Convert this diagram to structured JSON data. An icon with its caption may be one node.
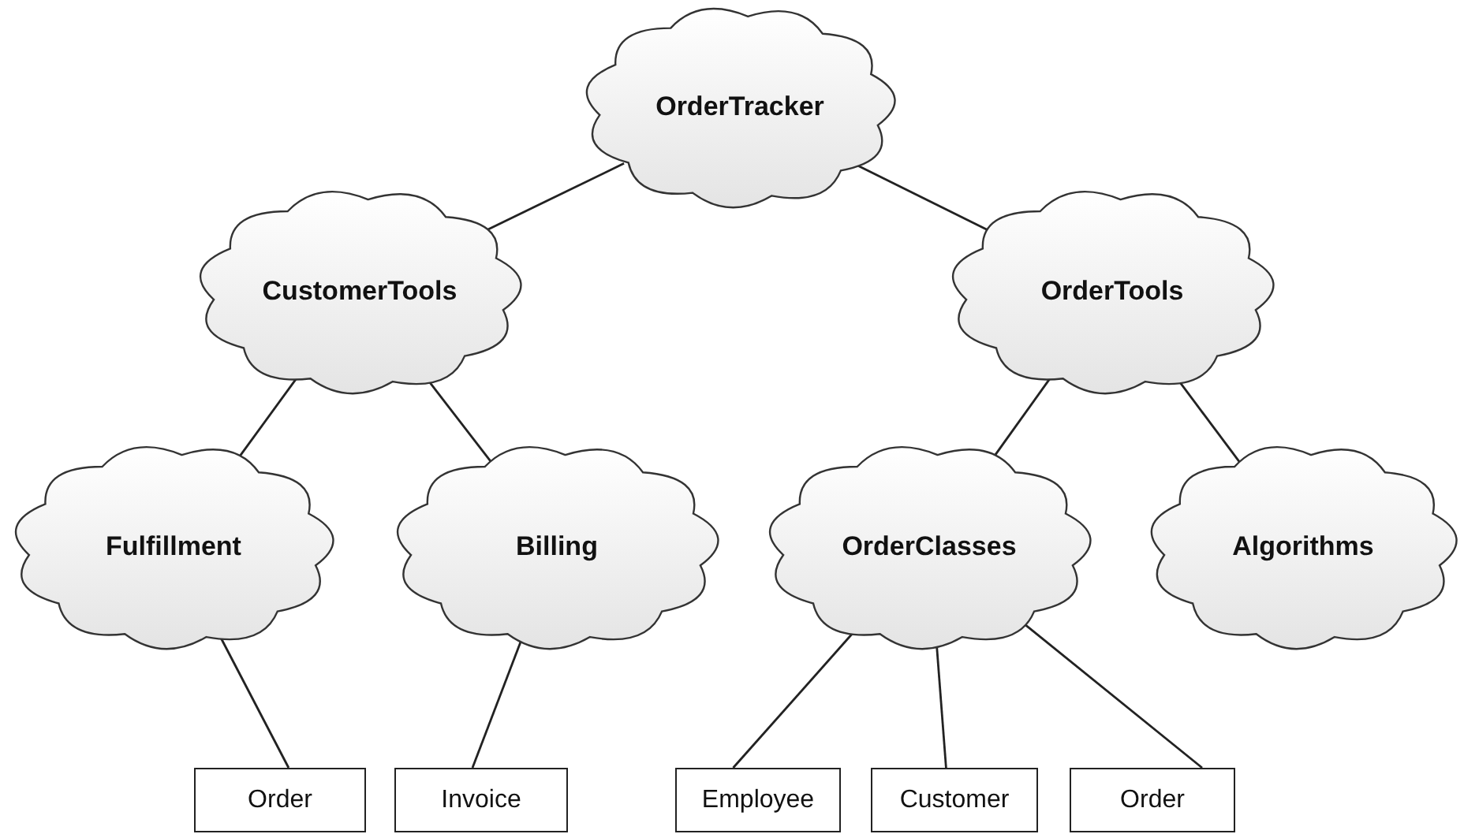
{
  "diagram": {
    "nodes": [
      {
        "text": [
          "OrderTracker"
        ]
      },
      {
        "text": [
          "CustomerTools"
        ]
      },
      {
        "text": [
          "OrderTools"
        ]
      },
      {
        "text": [
          "Fulfillment"
        ]
      },
      {
        "text": [
          "Billing"
        ]
      },
      {
        "text": [
          "OrderClasses"
        ]
      },
      {
        "text": [
          "Algorithms"
        ]
      },
      {
        "text": [
          "Order"
        ]
      },
      {
        "text": [
          "Invoice"
        ]
      },
      {
        "text": [
          "Employee"
        ]
      },
      {
        "text": [
          "Customer"
        ]
      },
      {
        "text": [
          "Order"
        ]
      }
    ],
    "edges": [
      {
        "from": 0,
        "to": 1,
        "arrow": "none"
      },
      {
        "from": 0,
        "to": 2,
        "arrow": "none"
      },
      {
        "from": 1,
        "to": 3,
        "arrow": "none"
      },
      {
        "from": 1,
        "to": 4,
        "arrow": "none"
      },
      {
        "from": 2,
        "to": 5,
        "arrow": "none"
      },
      {
        "from": 2,
        "to": 6,
        "arrow": "none"
      },
      {
        "from": 3,
        "to": 7,
        "arrow": "none"
      },
      {
        "from": 4,
        "to": 8,
        "arrow": "none"
      },
      {
        "from": 5,
        "to": 9,
        "arrow": "none"
      },
      {
        "from": 5,
        "to": 10,
        "arrow": "none"
      },
      {
        "from": 5,
        "to": 11,
        "arrow": "none"
      }
    ]
  }
}
